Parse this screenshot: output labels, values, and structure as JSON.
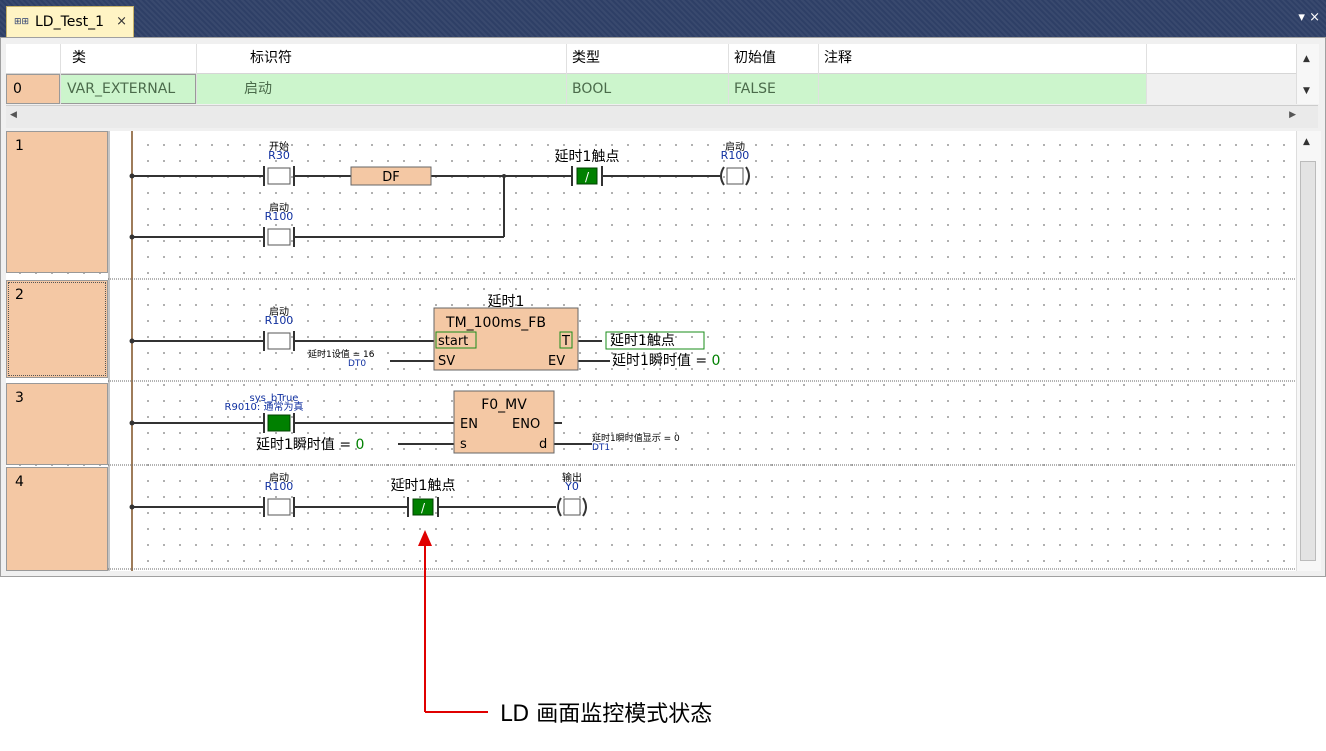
{
  "tab": {
    "title": "LD_Test_1",
    "icon": "ld-icon",
    "close": "×"
  },
  "window_buttons": {
    "pin": "▾",
    "close": "×"
  },
  "var_table": {
    "headers": {
      "class": "类",
      "identifier": "标识符",
      "type": "类型",
      "initial": "初始值",
      "comment": "注释"
    },
    "rows": [
      {
        "index": "0",
        "class": "VAR_EXTERNAL",
        "identifier": "启动",
        "type": "BOOL",
        "initial": "FALSE",
        "comment": ""
      }
    ]
  },
  "ladder": {
    "networks": [
      {
        "number": "1"
      },
      {
        "number": "2"
      },
      {
        "number": "3"
      },
      {
        "number": "4"
      }
    ],
    "n1": {
      "c1_name": "开始",
      "c1_addr": "R30",
      "c2_name": "启动",
      "c2_addr": "R100",
      "df": "DF",
      "timer_contact": "延时1触点",
      "coil_name": "启动",
      "coil_addr": "R100"
    },
    "n2": {
      "c1_name": "启动",
      "c1_addr": "R100",
      "instance": "延时1",
      "fb_type": "TM_100ms_FB",
      "pin_start": "start",
      "pin_sv": "SV",
      "pin_t": "T",
      "pin_ev": "EV",
      "sv_label": "延时1设值 = 16",
      "sv_addr": "DT0",
      "t_out": "延时1触点",
      "ev_out": "延时1瞬时值 = ",
      "ev_value": "0"
    },
    "n3": {
      "c1_name": "sys_bTrue",
      "c1_addr": "R9010: 通常为真",
      "fb_type": "F0_MV",
      "pin_en": "EN",
      "pin_eno": "ENO",
      "pin_s": "s",
      "pin_d": "d",
      "s_in": "延时1瞬时值 = ",
      "s_value": "0",
      "d_out": "延时1瞬时值显示 = 0",
      "d_addr": "DT1"
    },
    "n4": {
      "c1_name": "启动",
      "c1_addr": "R100",
      "c2_name": "延时1触点",
      "coil_name": "输出",
      "coil_addr": "Y0"
    }
  },
  "annotation": {
    "text": "LD 画面监控模式状态"
  },
  "colors": {
    "green_row": "#ccf5cc",
    "rung_header": "#f4c8a4",
    "active": "#008000",
    "address": "#1030a0",
    "arrow": "#e00000"
  }
}
